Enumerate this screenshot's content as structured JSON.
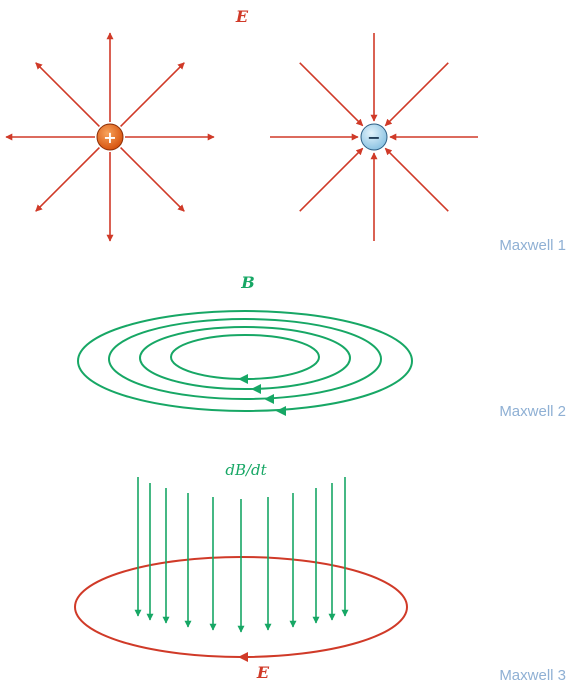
{
  "colors": {
    "efield": "#d03a28",
    "bfield": "#17a765",
    "caption": "#8fb0d4",
    "positive_fill": "#e9661c",
    "negative_fill": "#a9d2ea"
  },
  "panel1": {
    "field_label": "E",
    "positive_sign": "+",
    "negative_sign": "−",
    "caption": "Maxwell 1"
  },
  "panel2": {
    "field_label": "B",
    "caption": "Maxwell 2"
  },
  "panel3": {
    "rate_label": "dB/dt",
    "induced_label": "E",
    "caption": "Maxwell 3"
  }
}
